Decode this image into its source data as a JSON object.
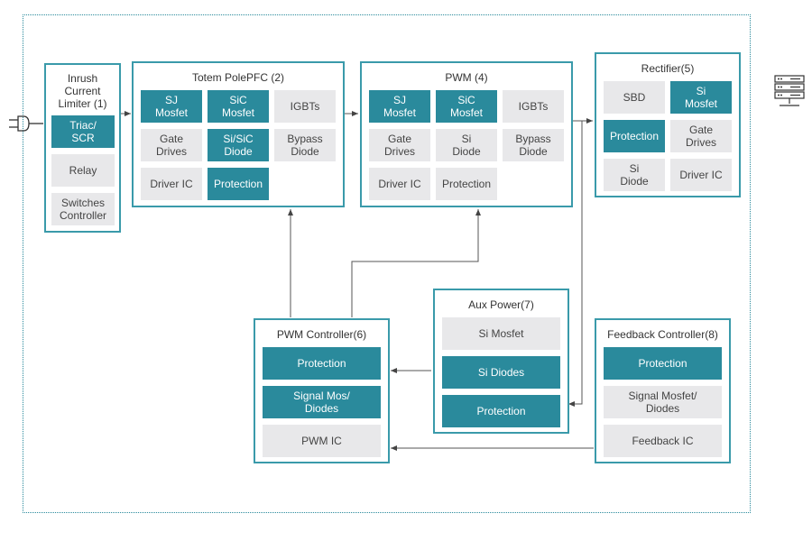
{
  "inrush": {
    "title": "Inrush\nCurrent\nLimiter (1)",
    "items": [
      "Triac/\nSCR",
      "Relay",
      "Switches\nController"
    ]
  },
  "totem": {
    "title": "Totem PolePFC (2)",
    "items": [
      "SJ\nMosfet",
      "SiC\nMosfet",
      "IGBTs",
      "Gate\nDrives",
      "Si/SiC\nDiode",
      "Bypass\nDiode",
      "Driver IC",
      "Protection"
    ]
  },
  "pwm": {
    "title": "PWM (4)",
    "items": [
      "SJ\nMosfet",
      "SiC\nMosfet",
      "IGBTs",
      "Gate\nDrives",
      "Si\nDiode",
      "Bypass\nDiode",
      "Driver IC",
      "Protection"
    ]
  },
  "rectifier": {
    "title": "Rectifier(5)",
    "items": [
      "SBD",
      "Si\nMosfet",
      "Protection",
      "Gate\nDrives",
      "Si\nDiode",
      "Driver IC"
    ]
  },
  "aux": {
    "title": "Aux Power(7)",
    "items": [
      "Si Mosfet",
      "Si Diodes",
      "Protection"
    ]
  },
  "pwm_controller": {
    "title": "PWM Controller(6)",
    "items": [
      "Protection",
      "Signal Mos/\nDiodes",
      "PWM IC"
    ]
  },
  "feedback": {
    "title": "Feedback Controller(8)",
    "items": [
      "Protection",
      "Signal Mosfet/\nDiodes",
      "Feedback IC"
    ]
  },
  "icons": [
    "power-plug-icon",
    "server-rack-icon"
  ],
  "colors": {
    "accent": "#2a8a9c",
    "cell_grey": "#e8e8ea",
    "border": "#3a9aaa"
  }
}
